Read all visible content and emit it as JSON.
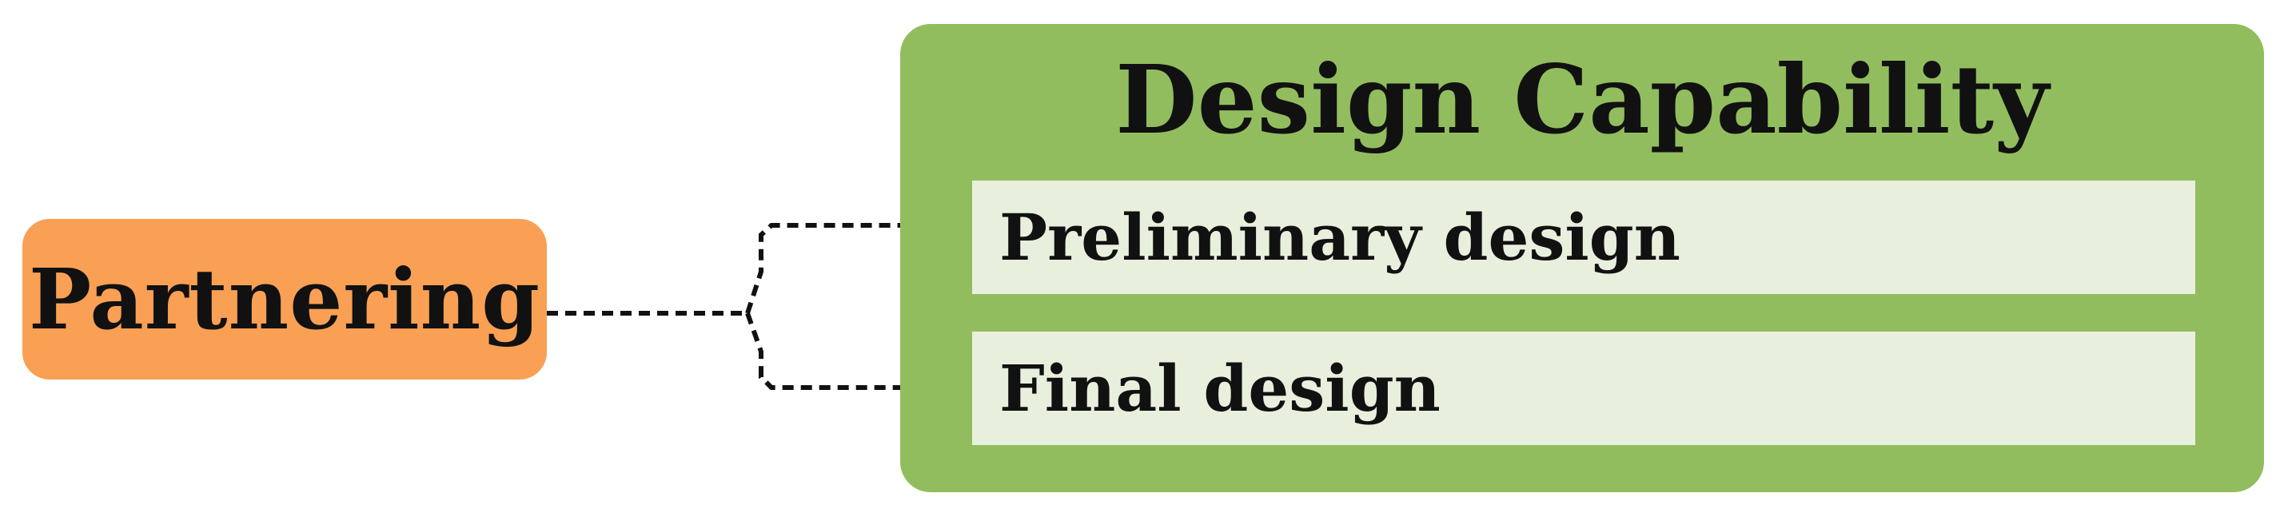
{
  "diagram": {
    "source": {
      "label": "Partnering",
      "color": "#f9a055"
    },
    "target": {
      "title": "Design Capability",
      "color": "#92bd5e",
      "item_background": "#e8f0dd",
      "items": [
        {
          "label": "Preliminary design"
        },
        {
          "label": "Final design"
        }
      ]
    },
    "edges": [
      {
        "from": "Partnering",
        "to": "Preliminary design",
        "style": "dashed-arrow"
      },
      {
        "from": "Partnering",
        "to": "Final design",
        "style": "dashed-arrow"
      }
    ]
  }
}
